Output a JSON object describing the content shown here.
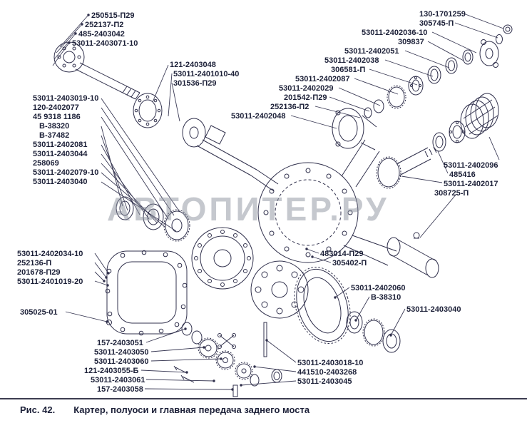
{
  "watermark": "АВТОПИТЕР.РУ",
  "caption": {
    "figure": "Рис. 42.",
    "title": "Картер, полуоси и главная передача заднего моста"
  },
  "labels": [
    "250515-П29",
    "252137-П2",
    "485-2403042",
    "53011-2403071-10",
    "121-2403048",
    "53011-2401010-40",
    "301536-П29",
    "130-1701259",
    "305745-П",
    "53011-2402036-10",
    "309837",
    "53011-2402051",
    "53011-2402038",
    "306581-П",
    "53011-2402087",
    "53011-2402029",
    "201542-П29",
    "252136-П2",
    "53011-2402048",
    "53011-2403019-10",
    "120-2402077",
    "45 9318 1186",
    "В-38320",
    "В-37482",
    "53011-2402081",
    "53011-2403044",
    "258069",
    "53011-2402079-10",
    "53011-2403040",
    "53011-2402034-10",
    "252136-П",
    "201678-П29",
    "53011-2401019-20",
    "305025-01",
    "53011-2402096",
    "485416",
    "53011-2402017",
    "308725-П",
    "483014-П29",
    "305402-П",
    "53011-2402060",
    "В-38310",
    "53011-2403040",
    "157-2403051",
    "53011-2403050",
    "53011-2403060",
    "121-2403055-Б",
    "53011-2403061",
    "157-2403058",
    "53011-2403018-10",
    "441510-2403268",
    "53011-2403045"
  ]
}
